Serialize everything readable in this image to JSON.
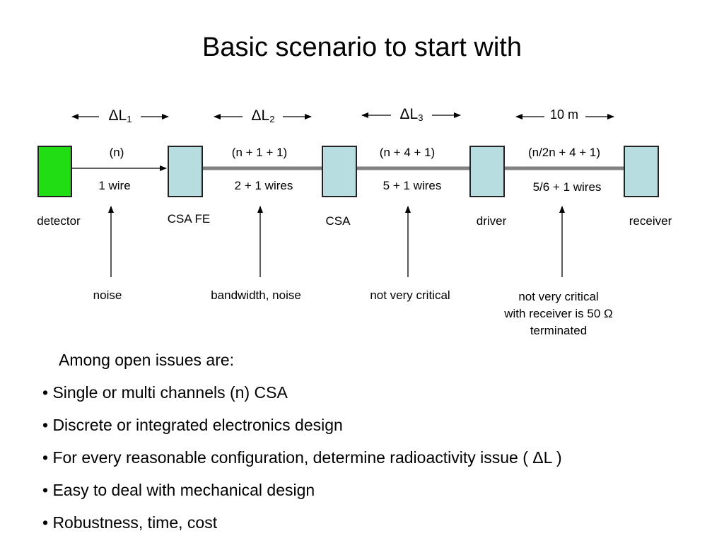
{
  "title": "Basic scenario to start with",
  "segments": {
    "delta_l1": {
      "symbol": "ΔL",
      "sub": "1"
    },
    "delta_l2": {
      "symbol": "ΔL",
      "sub": "2"
    },
    "delta_l3": {
      "symbol": "ΔL",
      "sub": "3"
    },
    "cable": "10 m"
  },
  "blocks": {
    "detector": "detector",
    "csa_fe": "CSA FE",
    "csa": "CSA",
    "driver": "driver",
    "receiver": "receiver"
  },
  "links": [
    {
      "channels": "(n)",
      "wires": "1 wire",
      "concern": "noise"
    },
    {
      "channels": "(n + 1 + 1)",
      "wires": "2 + 1 wires",
      "concern": "bandwidth, noise"
    },
    {
      "channels": "(n + 4 + 1)",
      "wires": "5 + 1 wires",
      "concern": "not very critical"
    },
    {
      "channels": "(n/2n + 4 + 1)",
      "wires": "5/6 + 1 wires",
      "concern_lines": [
        "not very critical",
        "with receiver is 50 Ω",
        "terminated"
      ]
    }
  ],
  "issues": {
    "intro": "Among open issues are:",
    "items": [
      "• Single or multi channels (n) CSA",
      "• Discrete or integrated electronics design",
      "• For every reasonable configuration, determine radioactivity issue ( ΔL )",
      "• Easy to deal with mechanical design",
      "• Robustness, time, cost"
    ]
  },
  "colors": {
    "detector": "#21dd13",
    "csa_block": "#b8dde1",
    "cable": "#808080"
  }
}
